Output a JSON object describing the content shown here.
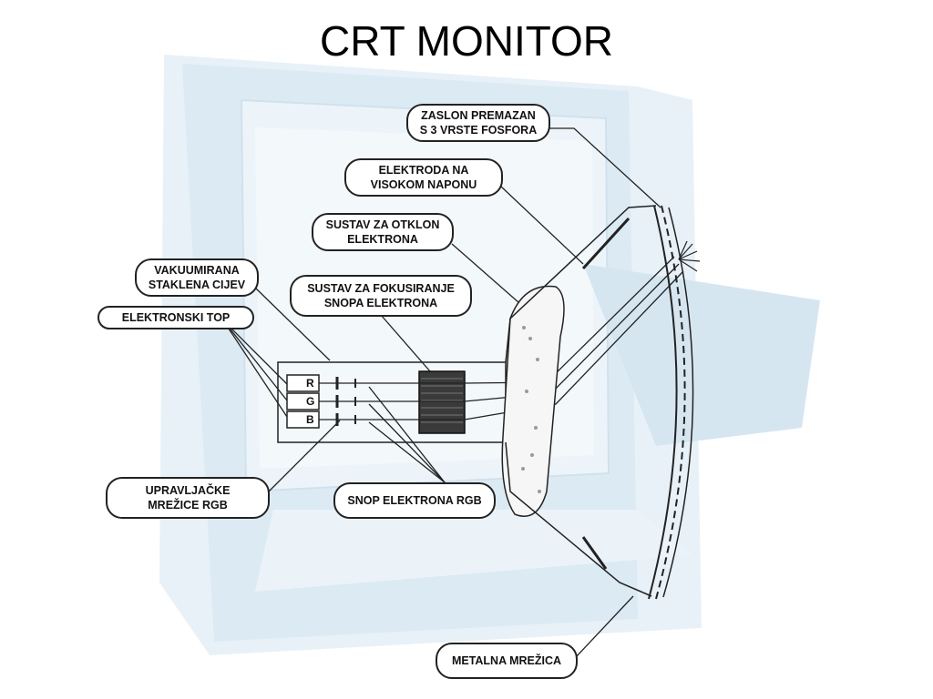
{
  "title": "CRT MONITOR",
  "callouts": {
    "screen": "ZASLON PREMAZAN\nS 3 VRSTE FOSFORA",
    "high_voltage": "ELEKTRODA NA\nVISOKOM NAPONU",
    "deflection": "SUSTAV ZA OTKLON\nELEKTRONA",
    "vacuum_tube": "VAKUUMIRANA\nSTAKLENA CIJEV",
    "focusing": "SUSTAV ZA FOKUSIRANJE\nSNOPA ELEKTRONA",
    "electron_gun": "ELEKTRONSKI TOP",
    "control_grids": "UPRAVLJAČKE\nMREŽICE RGB",
    "beam": "SNOP ELEKTRONA RGB",
    "metal_mesh": "METALNA MREŽICA"
  },
  "guns": [
    "R",
    "G",
    "B"
  ],
  "colors": {
    "background_monitor": "#dcebf5",
    "line": "#222222"
  }
}
